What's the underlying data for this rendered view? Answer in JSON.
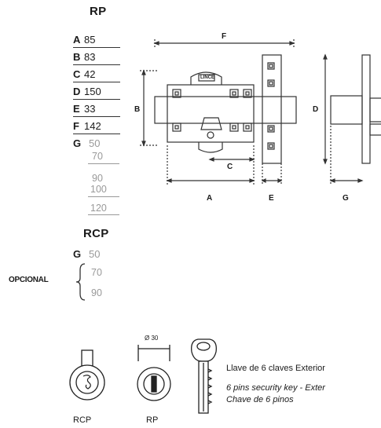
{
  "rp_header": "RP",
  "dimensions": [
    {
      "key": "A",
      "value": "85"
    },
    {
      "key": "B",
      "value": "83"
    },
    {
      "key": "C",
      "value": "42"
    },
    {
      "key": "D",
      "value": "150"
    },
    {
      "key": "E",
      "value": "33"
    },
    {
      "key": "F",
      "value": "142"
    }
  ],
  "g_key": "G",
  "g_values": [
    "50",
    "70",
    "90",
    "100",
    "120"
  ],
  "rcp_header": "RCP",
  "rcp_g_key": "G",
  "rcp_g_first": "50",
  "optional_label": "OPCIONAL",
  "optional_values": [
    "70",
    "90"
  ],
  "diagram_labels": {
    "F": "F",
    "B": "B",
    "D": "D",
    "C": "C",
    "A": "A",
    "E": "E",
    "G": "G",
    "brand": "LINCE"
  },
  "cylinder": {
    "diameter": "Ø 30",
    "rcp_caption": "RCP",
    "rp_caption": "RP"
  },
  "key_text": {
    "line1": "Llave de 6 claves Exterior",
    "line2": "6 pins security key - Exter",
    "line3": "Chave de 6 pinos"
  }
}
